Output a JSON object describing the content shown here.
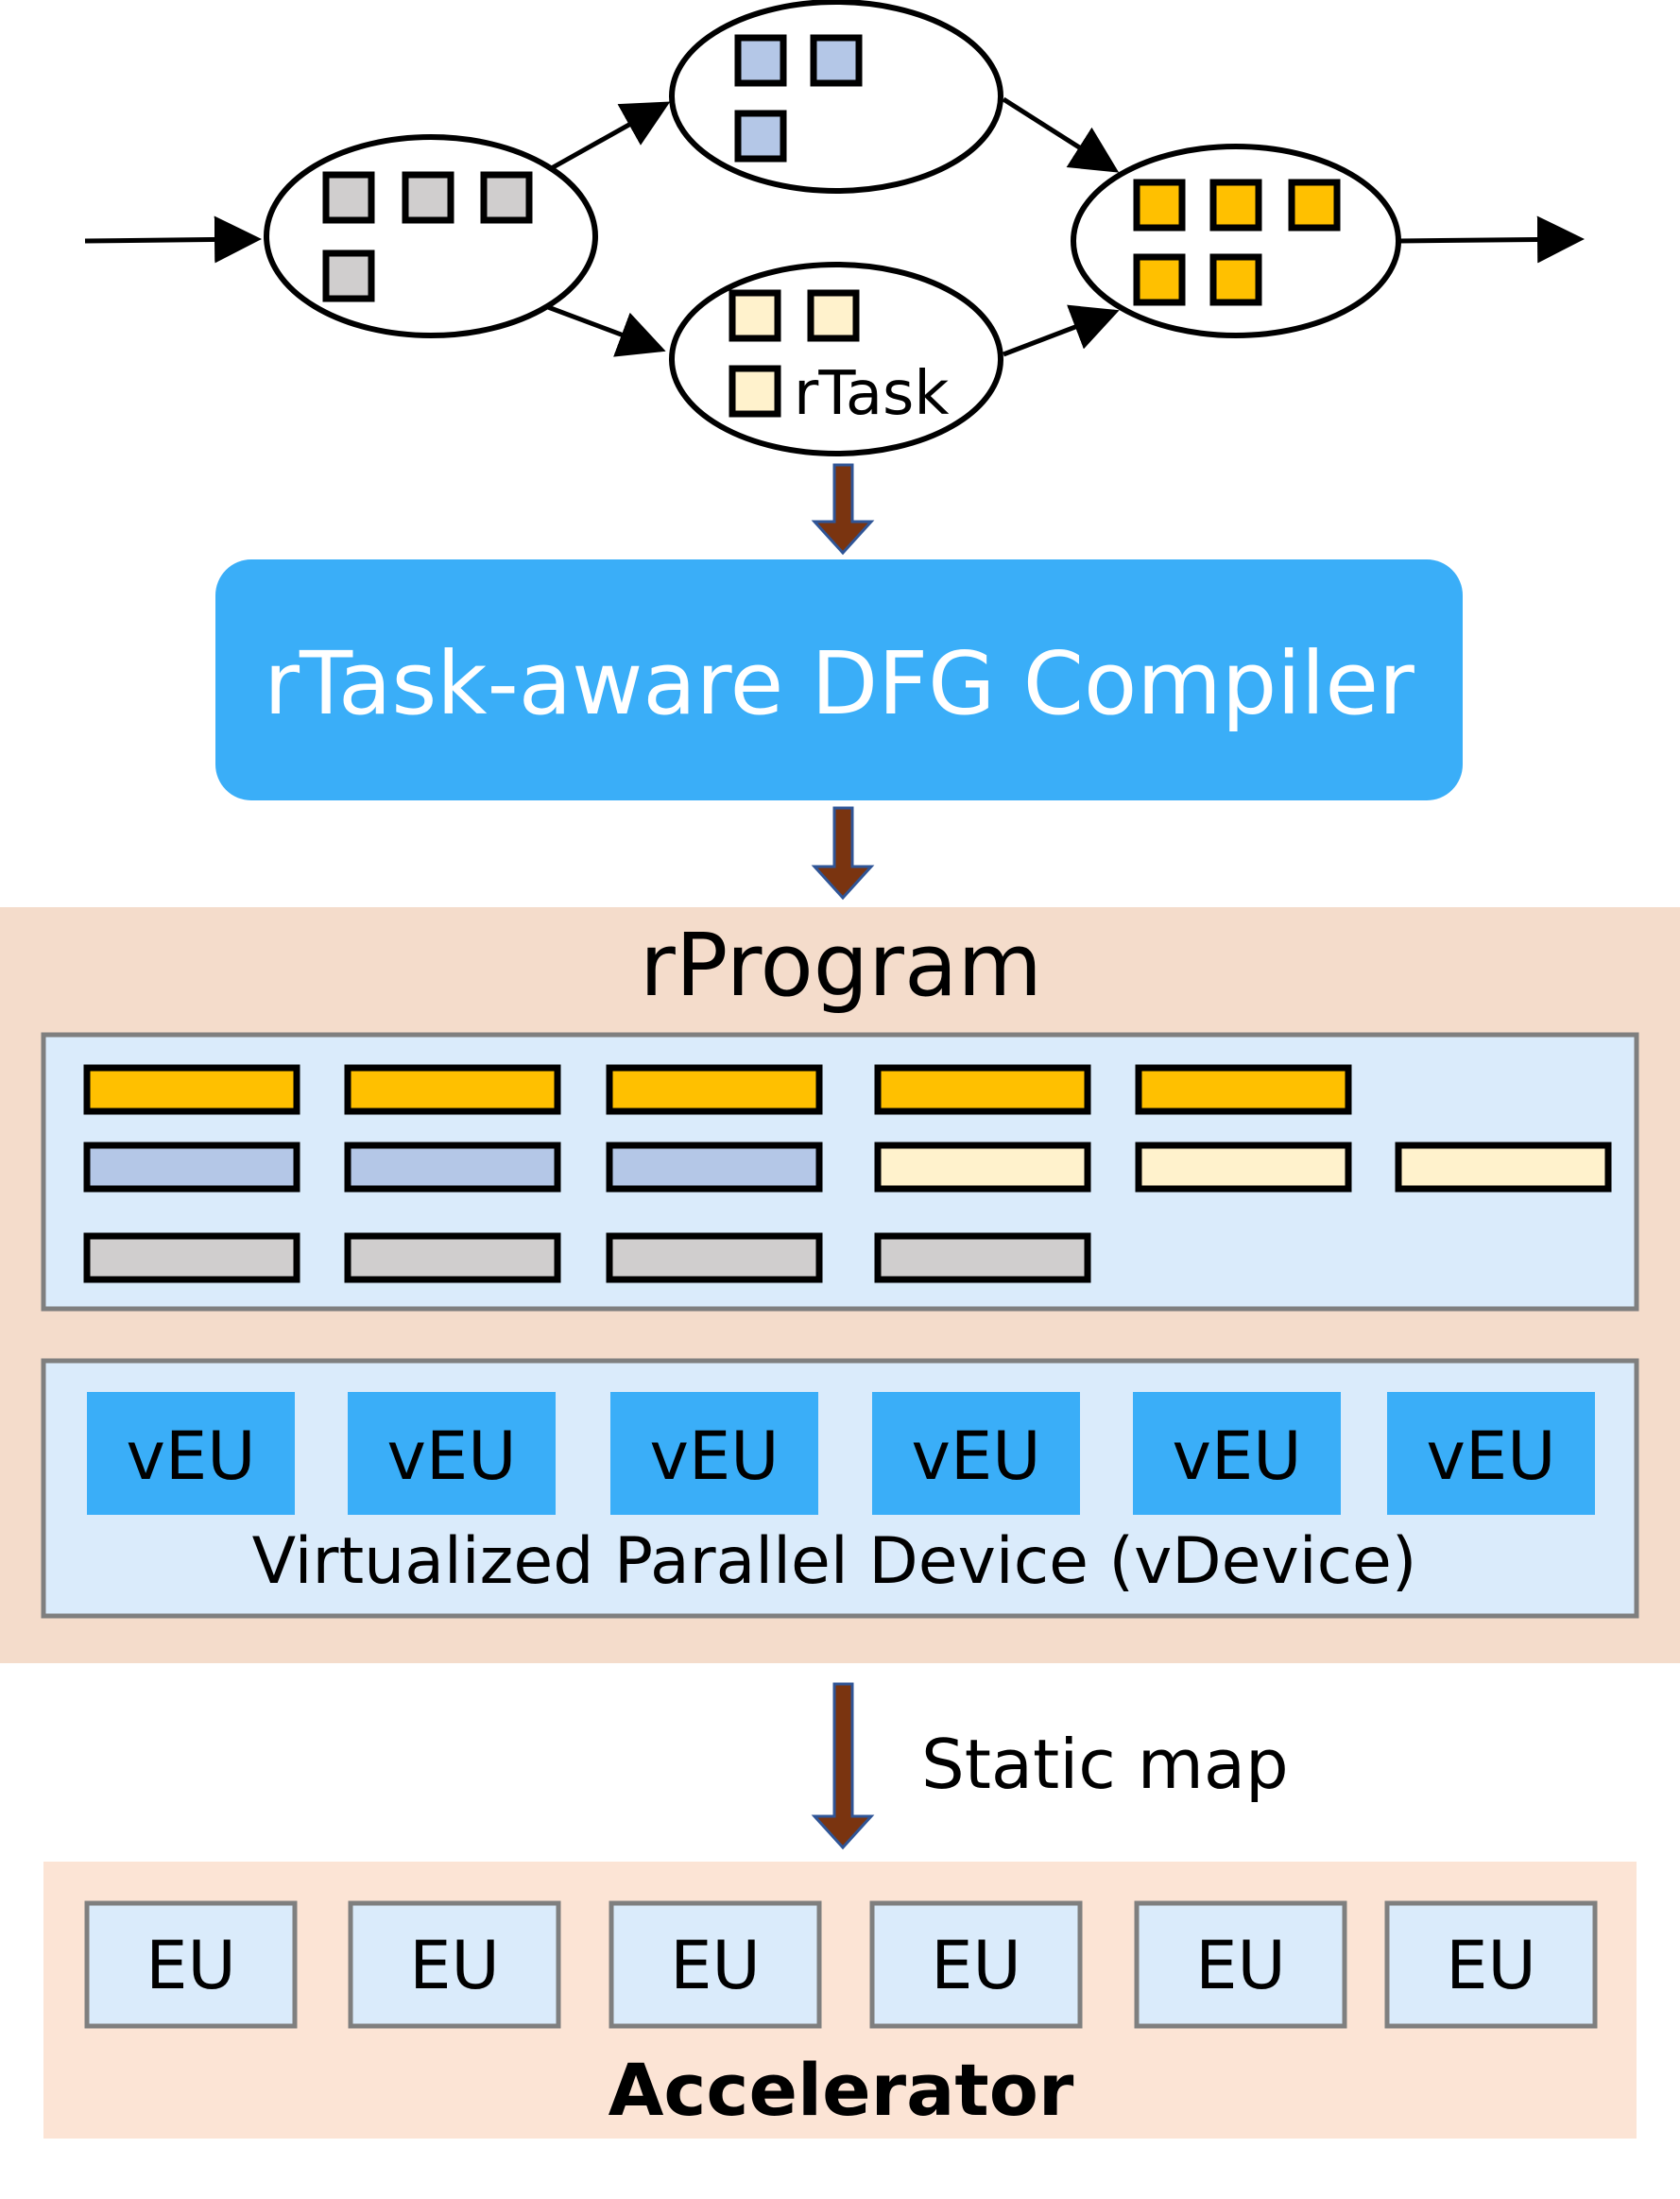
{
  "graph": {
    "rtask_label": "rTask"
  },
  "compiler": {
    "label": "rTask-aware DFG Compiler"
  },
  "rprogram": {
    "title": "rProgram",
    "rows": [
      {
        "bar_count": 5,
        "color": "#FFC000"
      },
      {
        "bar_count": 3,
        "color": "#B4C7E7",
        "extra_count": 3,
        "extra_color": "#FFF2CC"
      },
      {
        "bar_count": 4,
        "color": "#D0CECE"
      }
    ]
  },
  "vdevice": {
    "unit_labels": [
      "vEU",
      "vEU",
      "vEU",
      "vEU",
      "vEU",
      "vEU"
    ],
    "caption": "Virtualized Parallel Device (vDevice)"
  },
  "static_map": {
    "label": "Static map"
  },
  "accelerator": {
    "unit_labels": [
      "EU",
      "EU",
      "EU",
      "EU",
      "EU",
      "EU"
    ],
    "caption": "Accelerator"
  },
  "colors": {
    "gray_task": "#D0CECE",
    "blue_task": "#B4C7E7",
    "light_yellow_task": "#FFF2CC",
    "gold_task": "#FFC000",
    "compiler_box": "#3AAEF8",
    "vdevice_panel": "#DAEBFB",
    "veu_box": "#3AAEF8",
    "rprogram_band": "#F4DCCB",
    "accelerator_band": "#FCE4D5",
    "flow_arrow": "#7A3410"
  }
}
